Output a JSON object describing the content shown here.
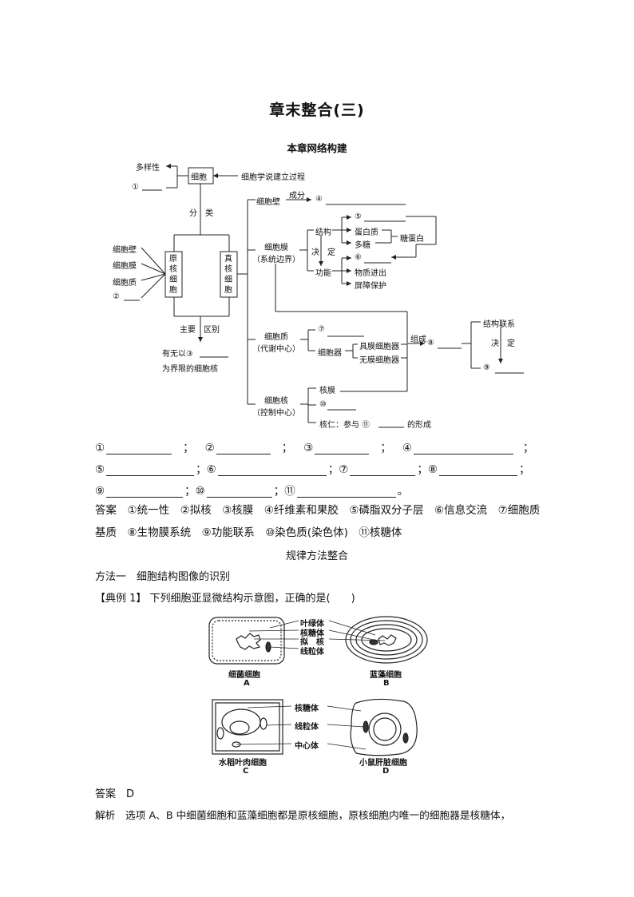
{
  "title": "章末整合(三)",
  "network_heading": "本章网络构建",
  "diagram": {
    "cell": "细胞",
    "diversity": "多样性",
    "blank1": "①",
    "history": "细胞学说建立过程",
    "classify": "分　类",
    "pro_left_items": [
      "细胞壁",
      "细胞膜",
      "细胞质",
      "②"
    ],
    "prokaryote": [
      "原",
      "核",
      "细",
      "胞"
    ],
    "eukaryote": [
      "真",
      "核",
      "细",
      "胞"
    ],
    "main_diff": "主要　区别",
    "nucleus_q1": "有无以③",
    "nucleus_q2": "为界限的细胞核",
    "cell_wall": "细胞壁",
    "component": "成分",
    "blank4": "④",
    "membrane1": "细胞膜",
    "membrane2": "（系统边界）",
    "structure": "结构",
    "determine": "决　定",
    "function": "功能",
    "blank5": "⑤",
    "protein": "蛋白质",
    "polysaccharide": "多糖",
    "glycoprotein": "糖蛋白",
    "blank6": "⑥",
    "transport": "物质进出",
    "protection": "屏障保护",
    "cytoplasm1": "细胞质",
    "cytoplasm2": "（代谢中心）",
    "blank7": "⑦",
    "organelle": "细胞器",
    "membrane_org": "具膜细胞器",
    "nonmembrane_org": "无膜细胞器",
    "compose": "组成",
    "blank8": "⑧",
    "struct_link": "结构联系",
    "determine2": "决　定",
    "blank9": "⑨",
    "nucleus1": "细胞核",
    "nucleus2": "（控制中心）",
    "nuclear_membrane": "核膜",
    "blank10": "⑩",
    "nucleolus_prefix": "核仁：参与 ⑪",
    "nucleolus_suffix": "的形成"
  },
  "fill_rows": [
    [
      "①",
      "；",
      "②",
      "；",
      "③",
      "；",
      "④",
      "；"
    ],
    [
      "⑤",
      "；",
      "⑥",
      "；",
      "⑦",
      "；",
      "⑧",
      "；"
    ],
    [
      "⑨",
      "；",
      "⑩",
      "；",
      "⑪",
      "。"
    ]
  ],
  "answer_text": "答案　①统一性　②拟核　③核膜　④纤维素和果胶　⑤磷脂双分子层　⑥信息交流　⑦细胞质基质　⑧生物膜系统　⑨功能联系　⑩染色质(染色体)　⑪核糖体",
  "method_heading": "规律方法整合",
  "method1": "方法一　细胞结构图像的识别",
  "example1": "【典例 1】 下列细胞亚显微结构示意图，正确的是(　　)",
  "figure": {
    "labels_top": [
      "叶绿体",
      "核糖体",
      "拟　核",
      "线粒体"
    ],
    "a_name": "细菌细胞",
    "a_letter": "A",
    "b_name": "蓝藻细胞",
    "b_letter": "B",
    "labels_bottom": [
      "核糖体",
      "线粒体",
      "中心体"
    ],
    "c_name": "水稻叶肉细胞",
    "c_letter": "C",
    "d_name": "小鼠肝脏细胞",
    "d_letter": "D"
  },
  "answer2": "答案　D",
  "analysis": "解析　选项 A、B 中细菌细胞和蓝藻细胞都是原核细胞，原核细胞内唯一的细胞器是核糖体，"
}
